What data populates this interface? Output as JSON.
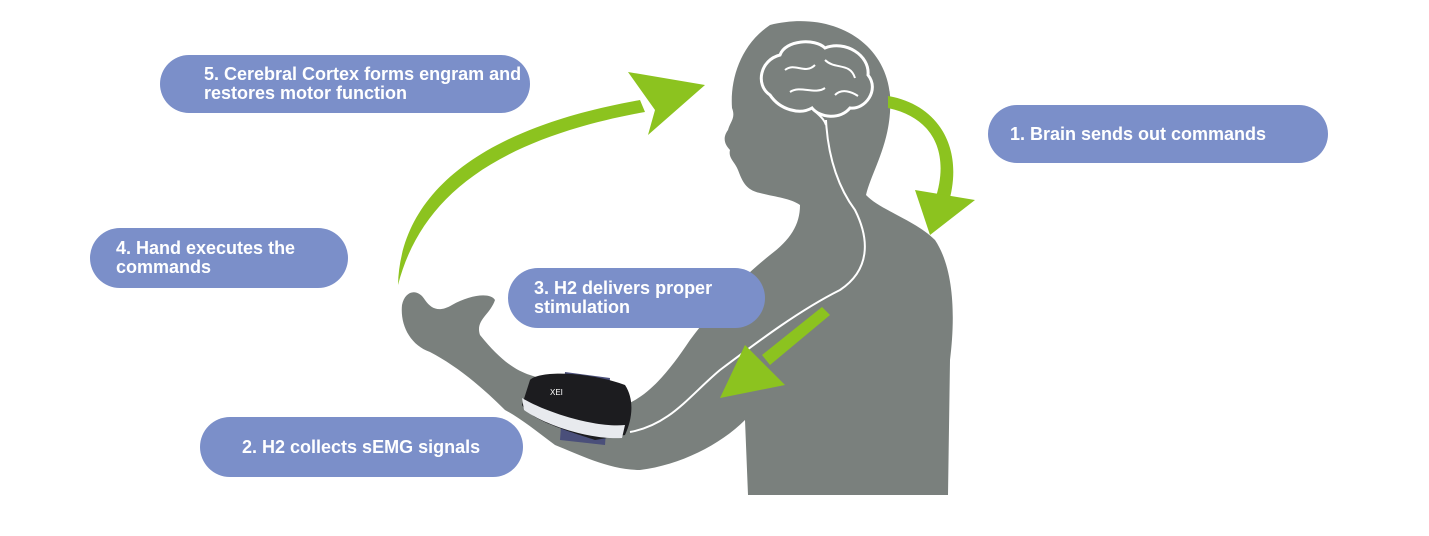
{
  "steps": [
    {
      "label": "1. Brain sends out commands"
    },
    {
      "label": "2. H2 collects sEMG signals"
    },
    {
      "label": "3. H2 delivers proper stimulation"
    },
    {
      "label": "4. Hand executes the commands"
    },
    {
      "label": "5. Cerebral Cortex forms engram and restores motor function"
    }
  ],
  "device": {
    "logo": "XEI"
  },
  "colors": {
    "silhouette": "#7a807d",
    "pill": "#7b8fc9",
    "arrow": "#8cc31f",
    "device": "#1c1c1f"
  }
}
